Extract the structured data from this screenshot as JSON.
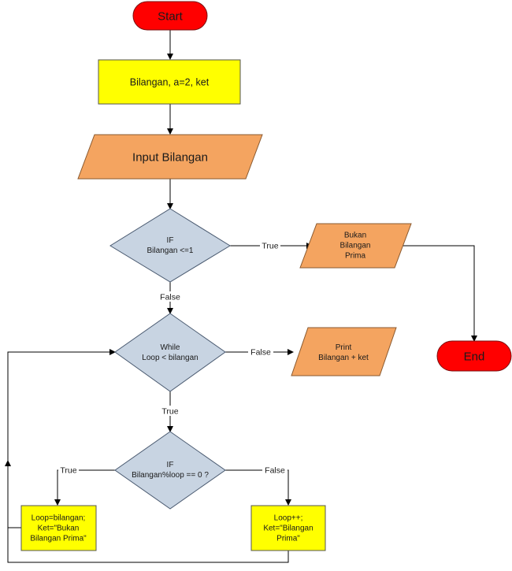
{
  "nodes": {
    "start": {
      "lines": [
        "Start"
      ],
      "color": "#ff0000"
    },
    "init": {
      "lines": [
        "Bilangan, a=2, ket"
      ],
      "color": "#ffff00"
    },
    "input": {
      "lines": [
        "Input Bilangan"
      ],
      "color": "#f4a460"
    },
    "if1": {
      "lines": [
        "IF",
        "Bilangan <=1"
      ],
      "color": "#c8d4e2"
    },
    "bukan": {
      "lines": [
        "Bukan",
        "Bilangan",
        "Prima"
      ],
      "color": "#f4a460"
    },
    "end": {
      "lines": [
        "End"
      ],
      "color": "#ff0000"
    },
    "while": {
      "lines": [
        "While",
        "Loop < bilangan"
      ],
      "color": "#c8d4e2"
    },
    "print": {
      "lines": [
        "Print",
        "Bilangan + ket"
      ],
      "color": "#f4a460"
    },
    "if2": {
      "lines": [
        "IF",
        "Bilangan%loop == 0 ?"
      ],
      "color": "#c8d4e2"
    },
    "loopset": {
      "lines": [
        "Loop=bilangan;",
        "Ket=\"Bukan",
        "Bilangan Prima\""
      ],
      "color": "#ffff00"
    },
    "loopinc": {
      "lines": [
        "Loop++;",
        "Ket=\"Bilangan",
        "Prima\""
      ],
      "color": "#ffff00"
    }
  },
  "edge_labels": {
    "if1_true": "True",
    "if1_false": "False",
    "while_false": "False",
    "while_true": "True",
    "if2_true": "True",
    "if2_false": "False"
  }
}
